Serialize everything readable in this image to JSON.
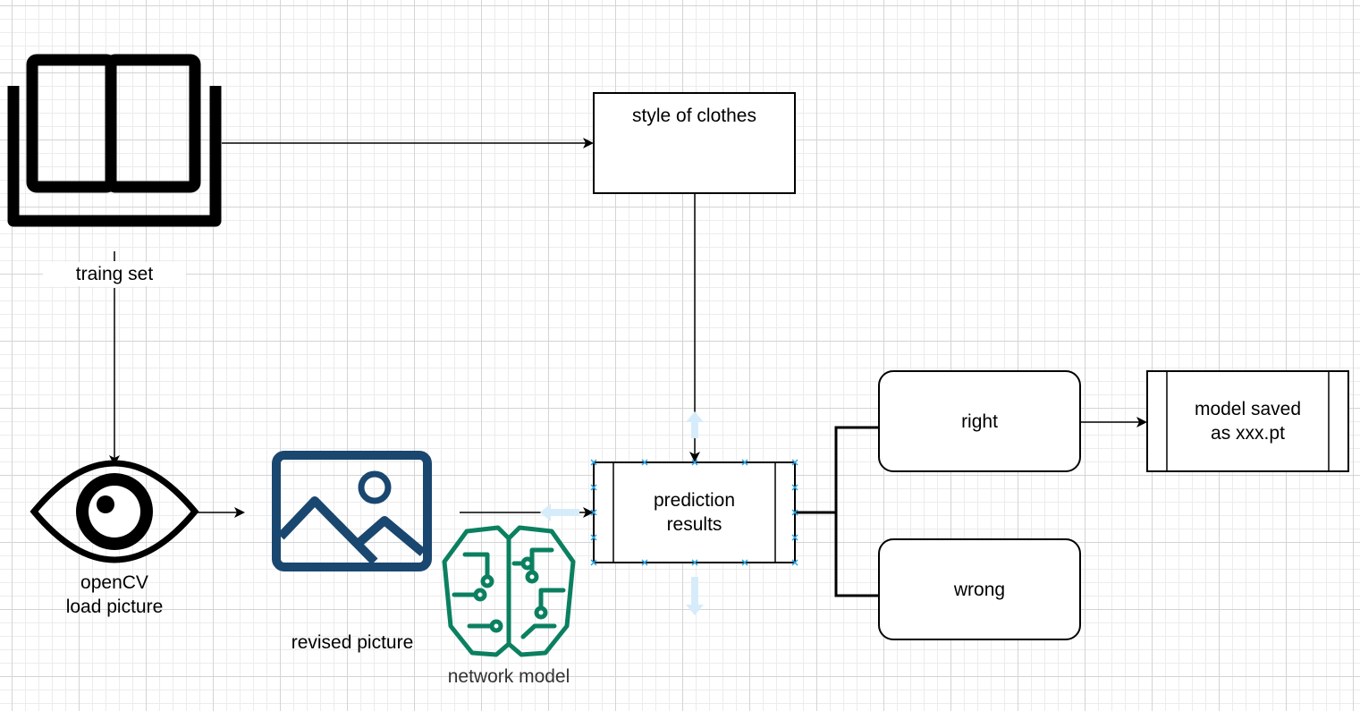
{
  "diagram": {
    "training_set_label": "traing set",
    "opencv_label": "openCV\nload picture",
    "revised_picture_label": "revised picture",
    "network_model_label": "network model",
    "style_box_label": "style of clothes",
    "prediction_box_label": "prediction\nresults",
    "right_box_label": "right",
    "wrong_box_label": "wrong",
    "model_saved_label": "model saved\nas xxx.pt"
  },
  "colors": {
    "image_icon": "#1a476f",
    "brain_icon": "#0b8060",
    "selection_handle": "#29a3e2",
    "selection_arrow": "#d7ecfa",
    "grid_line": "#d4d4d4"
  }
}
